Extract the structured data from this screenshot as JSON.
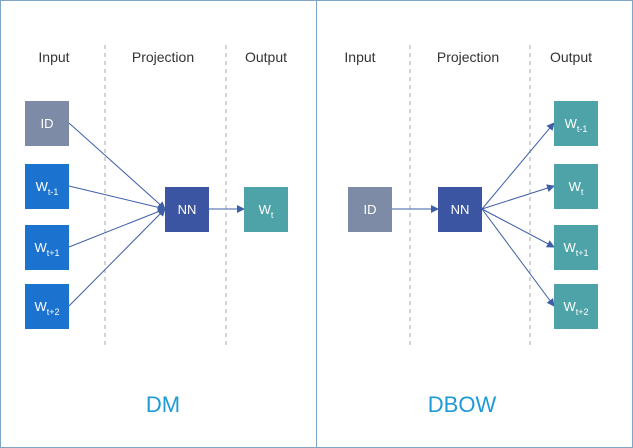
{
  "colors": {
    "frame": "#7ea6c9",
    "divider": "#a8a8a8",
    "id_box": "#7d8ba6",
    "word_box": "#1b73cf",
    "nn_box": "#3b55a3",
    "out_box": "#4ea3a8",
    "arrow": "#3e5ea6",
    "title": "#1e9ad6"
  },
  "panels": [
    {
      "title": "DM",
      "columns": [
        "Input",
        "Projection",
        "Output"
      ],
      "inputs": [
        {
          "main": "ID",
          "sub": "",
          "kind": "id"
        },
        {
          "main": "W",
          "sub": "t-1",
          "kind": "word"
        },
        {
          "main": "W",
          "sub": "t+1",
          "kind": "word"
        },
        {
          "main": "W",
          "sub": "t+2",
          "kind": "word"
        }
      ],
      "projection": {
        "main": "NN",
        "sub": ""
      },
      "outputs": [
        {
          "main": "W",
          "sub": "t"
        }
      ]
    },
    {
      "title": "DBOW",
      "columns": [
        "Input",
        "Projection",
        "Output"
      ],
      "inputs": [
        {
          "main": "ID",
          "sub": "",
          "kind": "id"
        }
      ],
      "projection": {
        "main": "NN",
        "sub": ""
      },
      "outputs": [
        {
          "main": "W",
          "sub": "t-1"
        },
        {
          "main": "W",
          "sub": "t"
        },
        {
          "main": "W",
          "sub": "t+1"
        },
        {
          "main": "W",
          "sub": "t+2"
        }
      ]
    }
  ]
}
